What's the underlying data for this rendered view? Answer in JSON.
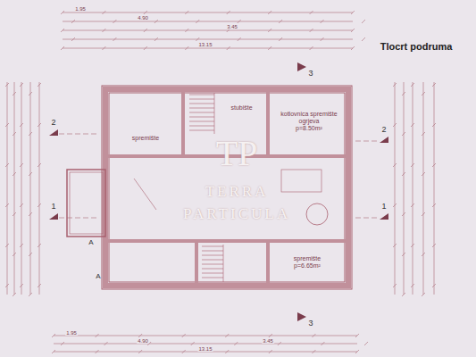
{
  "diagram": {
    "title": "Tlocrt podruma",
    "nodes": [
      {
        "text": [
          "spremište"
        ]
      },
      {
        "text": [
          "stubište"
        ]
      },
      {
        "text": [
          "kotlovnica spremište ogrjeva",
          "p=8.50m²"
        ]
      },
      {
        "text": [
          "spremište",
          "p=6.65m²"
        ]
      }
    ],
    "edges": [],
    "labels": [
      "TP",
      "TERRA",
      "PARTICULA",
      "2",
      "2",
      "1",
      "1",
      "3",
      "3",
      "A",
      "A",
      "1.95",
      "4.90",
      "3.45",
      "13.15",
      "1.95",
      "4.90",
      "3.45",
      "13.15"
    ]
  }
}
